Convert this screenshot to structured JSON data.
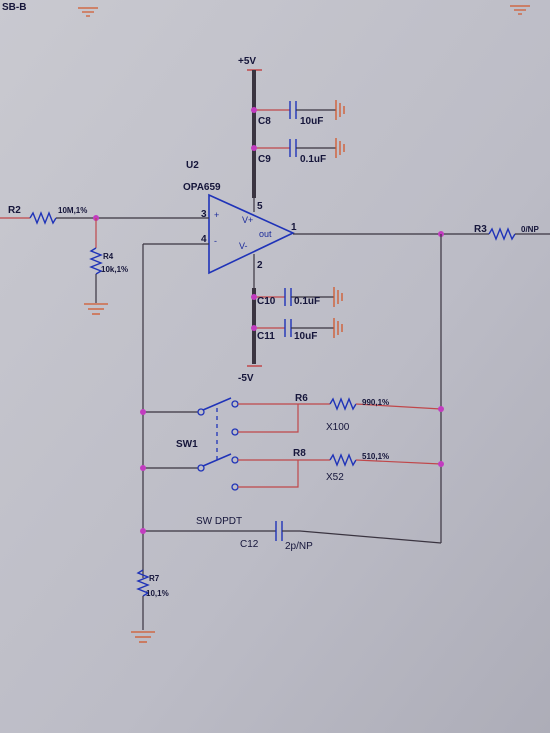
{
  "title": "SB-B",
  "supply": {
    "pos": "+5V",
    "neg": "-5V"
  },
  "opamp": {
    "ref": "U2",
    "part": "OPA659",
    "pin_noninv": "3",
    "pin_inv": "4",
    "pin_out": "1",
    "pin_vplus": "5",
    "pin_vminus": "2",
    "plus_sign": "+",
    "minus_sign": "-",
    "label_vplus": "V+",
    "label_vminus": "V-",
    "label_out": "out"
  },
  "components": {
    "R2": {
      "ref": "R2",
      "value": "10M,1%"
    },
    "R4": {
      "ref": "R4",
      "value": "10k,1%"
    },
    "R3": {
      "ref": "R3",
      "value": "0/NP"
    },
    "R6": {
      "ref": "R6",
      "value": "990,1%",
      "note": "X100"
    },
    "R8": {
      "ref": "R8",
      "value": "510,1%",
      "note": "X52"
    },
    "R7": {
      "ref": "R7",
      "value": "10,1%"
    },
    "C8": {
      "ref": "C8",
      "value": "10uF"
    },
    "C9": {
      "ref": "C9",
      "value": "0.1uF"
    },
    "C10": {
      "ref": "C10",
      "value": "0.1uF"
    },
    "C11": {
      "ref": "C11",
      "value": "10uF"
    },
    "C12": {
      "ref": "C12",
      "value": "2p/NP"
    }
  },
  "switch": {
    "ref": "SW1",
    "type": "SW DPDT"
  },
  "colors": {
    "background": "#bdbdc6",
    "wire_dark": "#3a3440",
    "wire_red": "#c0474a",
    "component_blue": "#1f33b8",
    "junction": "#c23cc0",
    "ground": "#d2582c"
  }
}
